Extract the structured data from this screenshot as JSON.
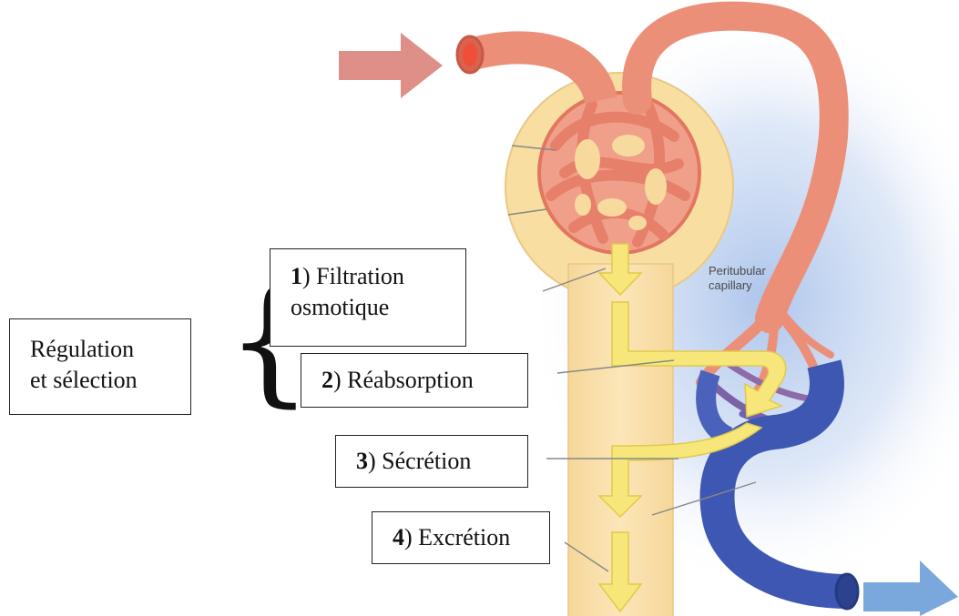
{
  "group_label": {
    "line1": "Régulation",
    "line2": "et sélection"
  },
  "steps": [
    {
      "number": "1",
      "text_line1": ") Filtration",
      "text_line2": "osmotique"
    },
    {
      "number": "2",
      "text": ") Réabsorption"
    },
    {
      "number": "3",
      "text": ") Sécrétion"
    },
    {
      "number": "4",
      "text": ") Excrétion"
    }
  ],
  "anatomy_label": {
    "line1": "Peritubular",
    "line2": "capillary"
  },
  "colors": {
    "artery": "#ec8f79",
    "vein": "#3e57b3",
    "nephron": "#f8dea0",
    "flow_arrow": "#f7e77a",
    "in_arrow": "#de8f88",
    "out_arrow": "#7aa8dd"
  }
}
